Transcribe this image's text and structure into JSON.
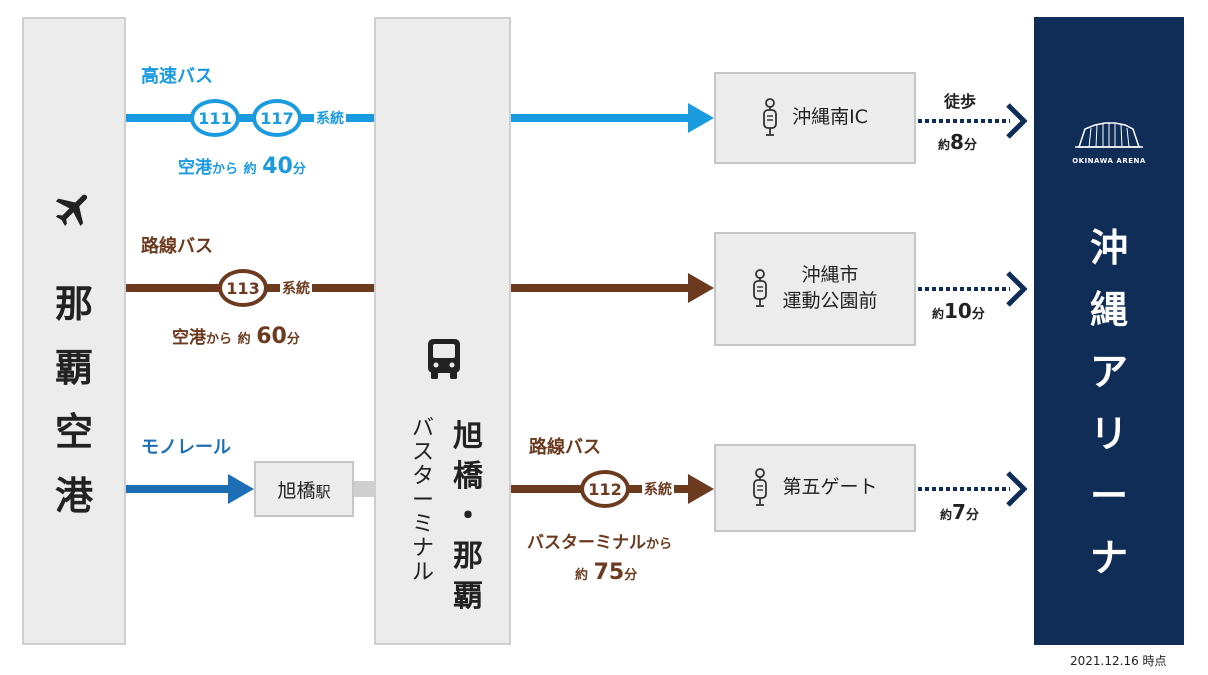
{
  "colors": {
    "express_bus": "#1a9be0",
    "route_bus": "#6b3a1f",
    "monorail": "#1d6fb5",
    "arena_bg": "#0f2d57",
    "panel_bg": "#ececec",
    "walk": "#0f2d57"
  },
  "airport": {
    "name_chars": [
      "那",
      "覇",
      "空",
      "港"
    ],
    "icon": "airplane-icon"
  },
  "terminal": {
    "name_col1": [
      "旭",
      "橋",
      "・",
      "那",
      "覇"
    ],
    "name_col2": [
      "バ",
      "ス",
      "タ",
      "ー",
      "ミ",
      "ナ",
      "ル"
    ],
    "icon": "bus-icon"
  },
  "arena": {
    "name_chars": [
      "沖",
      "縄",
      "ア",
      "リ",
      "ー",
      "ナ"
    ],
    "logo_text": "OKINAWA ARENA"
  },
  "routes": {
    "express": {
      "label": "高速バス",
      "nums": [
        "111",
        "117"
      ],
      "keito": "系統",
      "dur_prefix": "空港",
      "dur_from": "から",
      "dur_approx": "約",
      "dur_value": "40",
      "dur_unit": "分"
    },
    "route113": {
      "label": "路線バス",
      "num": "113",
      "keito": "系統",
      "dur_prefix": "空港",
      "dur_from": "から",
      "dur_approx": "約",
      "dur_value": "60",
      "dur_unit": "分"
    },
    "monorail": {
      "label": "モノレール",
      "station": "旭橋",
      "station_suffix": "駅"
    },
    "route112": {
      "label": "路線バス",
      "num": "112",
      "keito": "系統",
      "dur_prefix": "バスターミナル",
      "dur_from": "から",
      "dur_approx": "約",
      "dur_value": "75",
      "dur_unit": "分"
    }
  },
  "stops": {
    "s1": {
      "label": "沖縄南IC",
      "icon": "bus-stop-icon"
    },
    "s2": {
      "line1": "沖縄市",
      "line2": "運動公園前",
      "icon": "bus-stop-icon"
    },
    "s3": {
      "label": "第五ゲート",
      "icon": "bus-stop-icon"
    }
  },
  "walks": {
    "w1": {
      "label": "徒歩",
      "approx": "約",
      "value": "8",
      "unit": "分"
    },
    "w2": {
      "approx": "約",
      "value": "10",
      "unit": "分"
    },
    "w3": {
      "approx": "約",
      "value": "7",
      "unit": "分"
    }
  },
  "footer": {
    "date": "2021.12.16 時点"
  }
}
